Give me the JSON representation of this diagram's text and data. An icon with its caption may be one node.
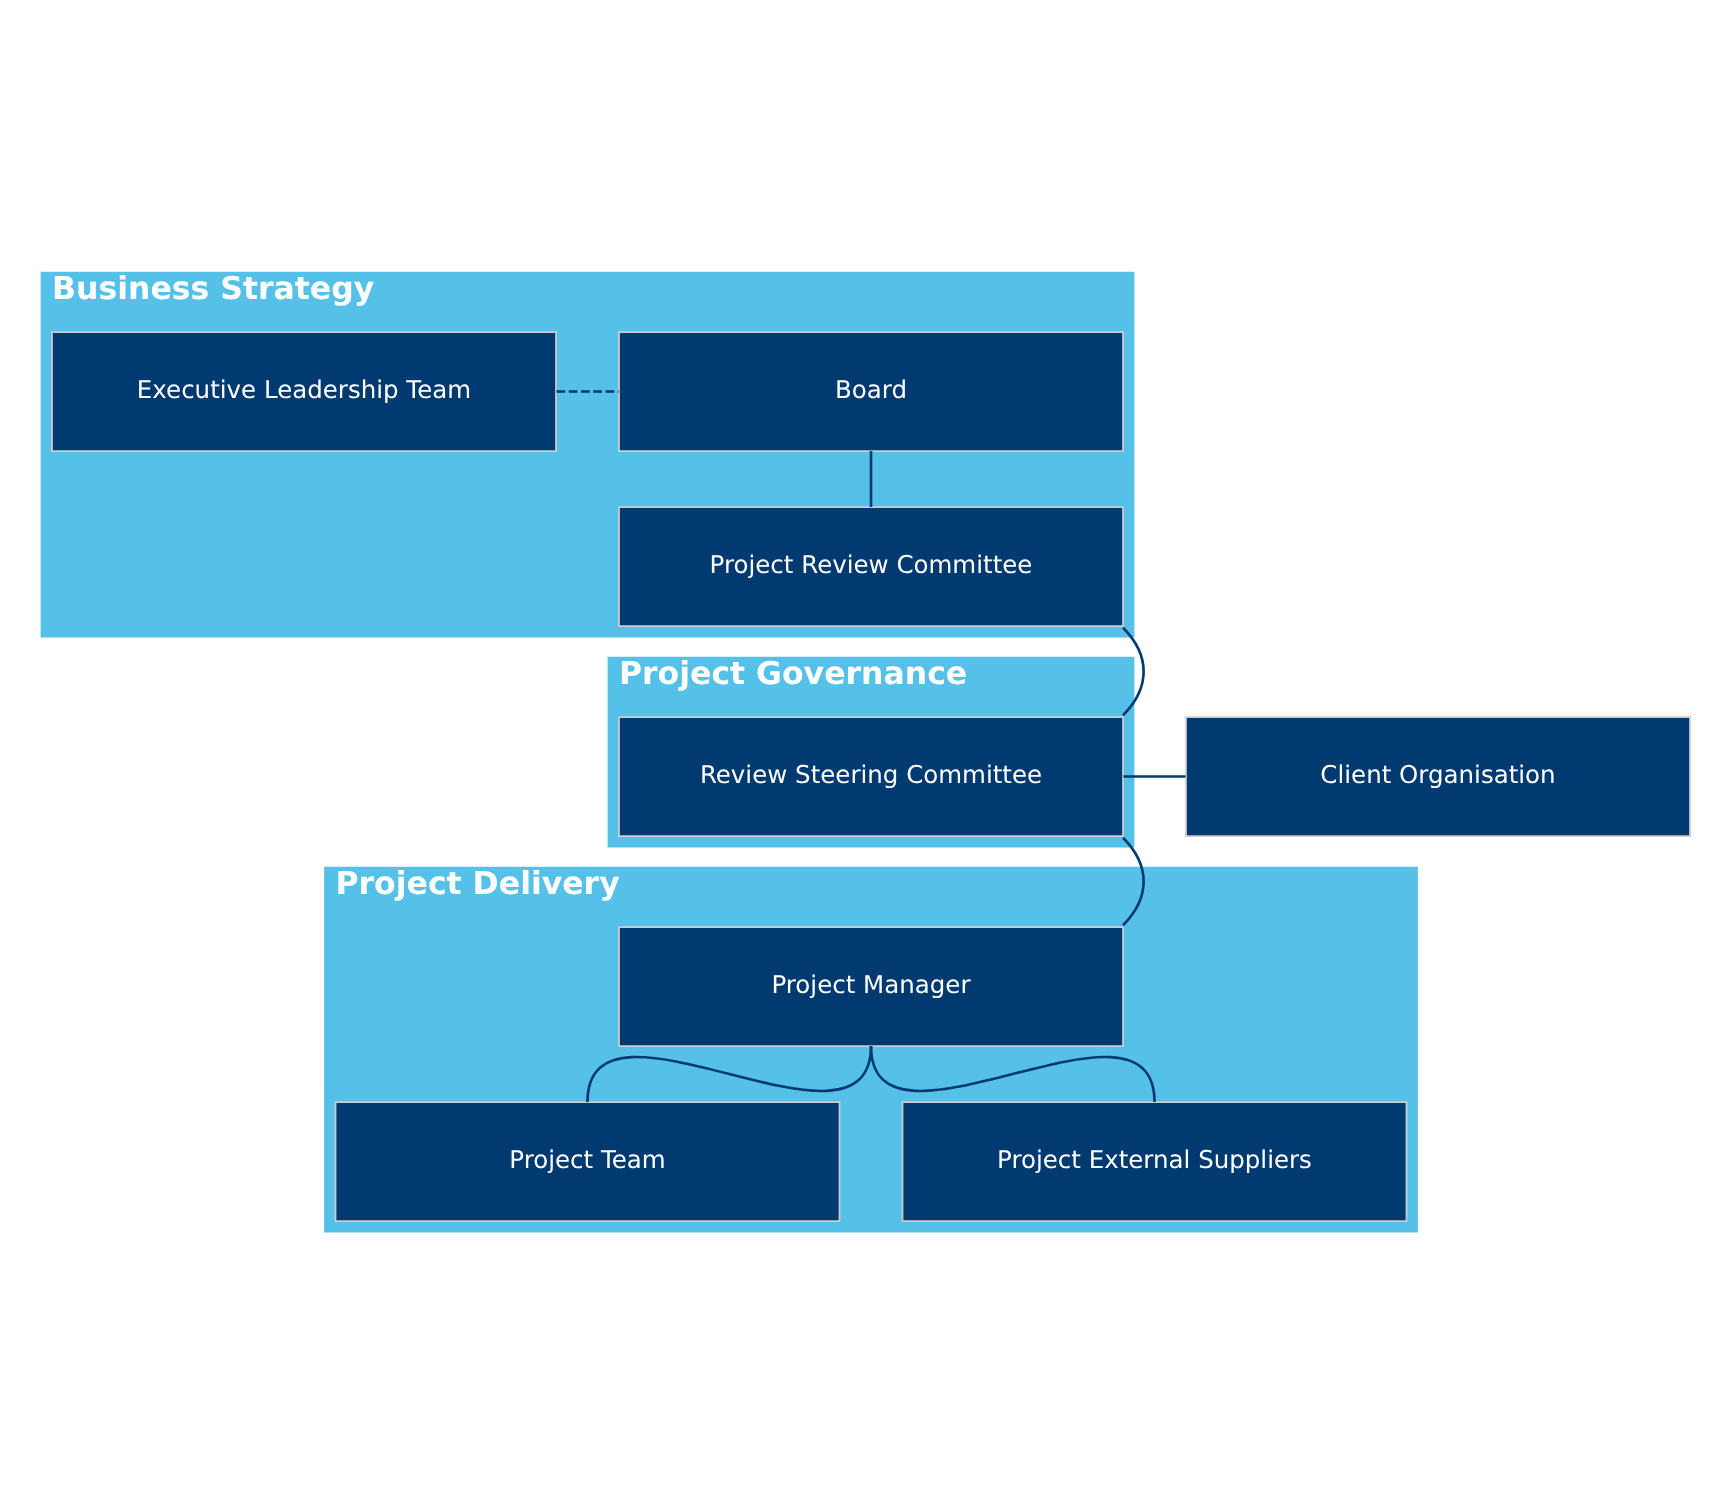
{
  "diagram": {
    "nodes": [
      {
        "text": [
          "Business Strategy"
        ]
      },
      {
        "text": [
          "Board"
        ],
        "in": 0
      },
      {
        "text": [
          "Executive Leadership Team"
        ],
        "in": 0
      },
      {
        "text": [
          "Project Review Committee"
        ],
        "in": 0
      },
      {
        "text": [
          "Project Governance"
        ]
      },
      {
        "text": [
          "Review Steering Committee"
        ],
        "in": 4
      },
      {
        "text": [
          "Client Organisation"
        ]
      },
      {
        "text": [
          "Project Delivery"
        ]
      },
      {
        "text": [
          "Project Manager"
        ],
        "in": 7
      },
      {
        "text": [
          "Project Team"
        ],
        "in": 7
      },
      {
        "text": [
          "Project External Suppliers"
        ],
        "in": 7
      }
    ],
    "edges": [
      {
        "from": 1,
        "to": 3,
        "arrow": "none"
      },
      {
        "from": 2,
        "to": 1,
        "arrow": "none",
        "style": "dashed"
      },
      {
        "from": 3,
        "to": 5,
        "arrow": "none"
      },
      {
        "from": 5,
        "to": 6,
        "arrow": "none"
      },
      {
        "from": 5,
        "to": 8,
        "arrow": "none"
      },
      {
        "from": 8,
        "to": 9,
        "arrow": "none"
      },
      {
        "from": 8,
        "to": 10,
        "arrow": "none"
      }
    ]
  }
}
